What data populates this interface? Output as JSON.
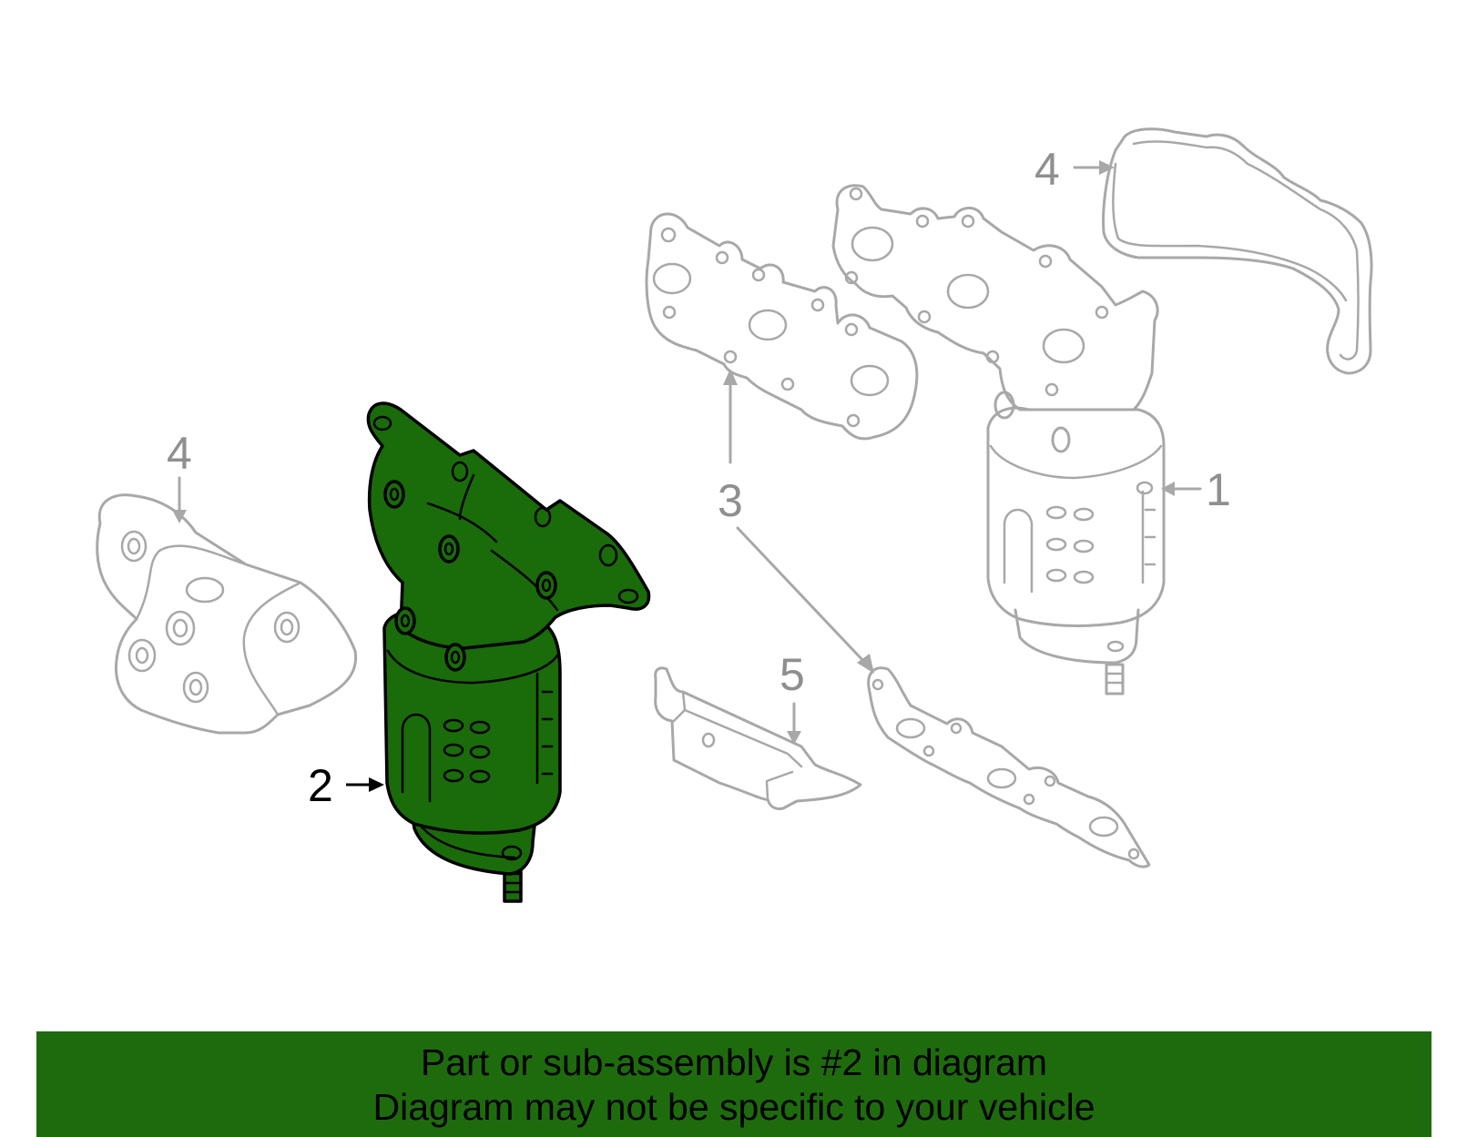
{
  "colors": {
    "highlight": "#1a6b0a",
    "caption_bar": "#1e6b0e",
    "ghost_line": "#a8a8a8",
    "callout_active": "#000000",
    "callout_inactive": "#8f8f8f"
  },
  "callouts": {
    "part_1": "1",
    "part_2": "2",
    "part_3": "3",
    "part_4_left": "4",
    "part_4_right": "4",
    "part_5": "5"
  },
  "highlighted_part": "2",
  "caption": {
    "line1": "Part or sub-assembly is #2 in diagram",
    "line2": "Diagram may not be specific to your vehicle"
  }
}
